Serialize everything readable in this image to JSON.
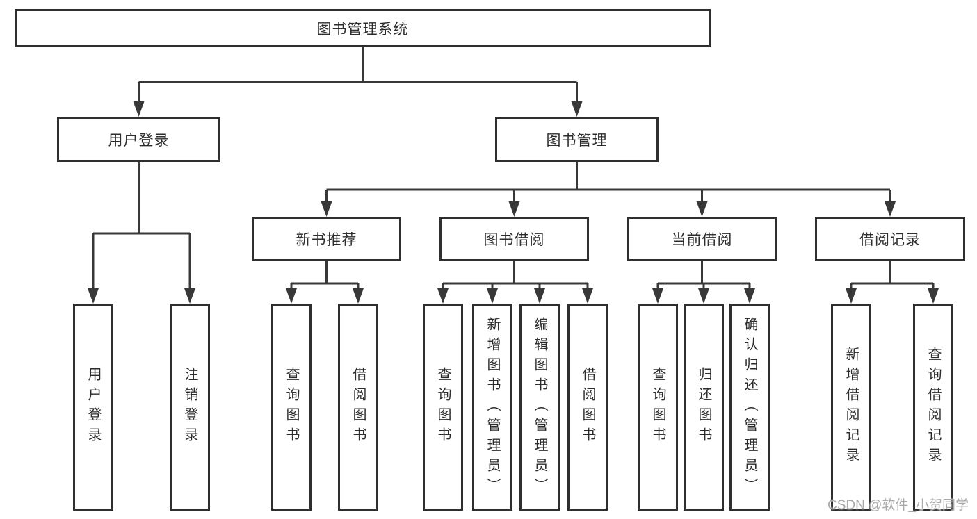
{
  "nodes": {
    "root": "图书管理系统",
    "user_login": "用户登录",
    "book_management": "图书管理",
    "new_book_recommend": "新书推荐",
    "book_borrow": "图书借阅",
    "current_borrow": "当前借阅",
    "borrow_record": "借阅记录"
  },
  "leaves": {
    "user_login": [
      "用户登录",
      "注销登录"
    ],
    "new_book_recommend": [
      "查询图书",
      "借阅图书"
    ],
    "book_borrow": [
      "查询图书",
      "新增图书（管理员）",
      "编辑图书（管理员）",
      "借阅图书"
    ],
    "current_borrow": [
      "查询图书",
      "归还图书",
      "确认归还（管理员）"
    ],
    "borrow_record": [
      "新增借阅记录",
      "查询借阅记录"
    ]
  },
  "watermark": "CSDN @软件_小贺同学",
  "colors": {
    "line": "#383838",
    "border": "#2f2f2f",
    "text": "#2d2d2d",
    "watermark": "#a9a9a9",
    "background": "#ffffff"
  }
}
